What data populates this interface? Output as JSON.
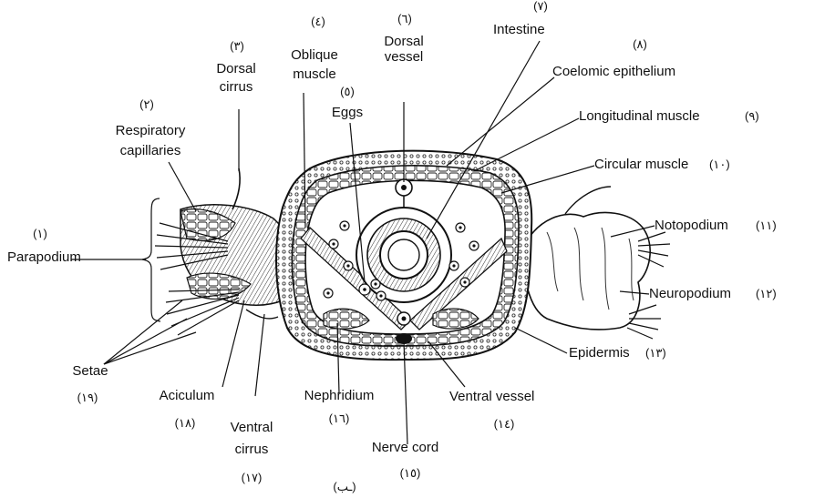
{
  "labels": {
    "intestine": "Intestine",
    "dorsal_vessel_1": "Dorsal",
    "dorsal_vessel_2": "vessel",
    "oblique_muscle_1": "Oblique",
    "oblique_muscle_2": "muscle",
    "dorsal_cirrus_1": "Dorsal",
    "dorsal_cirrus_2": "cirrus",
    "eggs": "Eggs",
    "respiratory_1": "Respiratory",
    "respiratory_2": "capillaries",
    "parapodium": "Parapodium",
    "coelomic_epithelium": "Coelomic epithelium",
    "longitudinal_muscle": "Longitudinal muscle",
    "circular_muscle": "Circular muscle",
    "notopodium": "Notopodium",
    "neuropodium": "Neuropodium",
    "epidermis": "Epidermis",
    "ventral_vessel": "Ventral vessel",
    "nerve_cord": "Nerve cord",
    "nephridium": "Nephridium",
    "ventral_cirrus_1": "Ventral",
    "ventral_cirrus_2": "cirrus",
    "aciculum": "Aciculum",
    "setae": "Setae"
  },
  "numbers": {
    "n1": "(١)",
    "n2": "(٢)",
    "n3": "(٣)",
    "n4": "(٤)",
    "n5": "(٥)",
    "n6": "(٦)",
    "n7": "(٧)",
    "n8": "(٨)",
    "n9": "(٩)",
    "n10": "(١٠)",
    "n11": "(١١)",
    "n12": "(١٢)",
    "n13": "(١٣)",
    "n14": "(١٤)",
    "n15": "(١٥)",
    "n16": "(١٦)",
    "n17": "(١٧)",
    "n18": "(١٨)",
    "n19": "(١٩)",
    "figure_tag": "(ـب)"
  }
}
